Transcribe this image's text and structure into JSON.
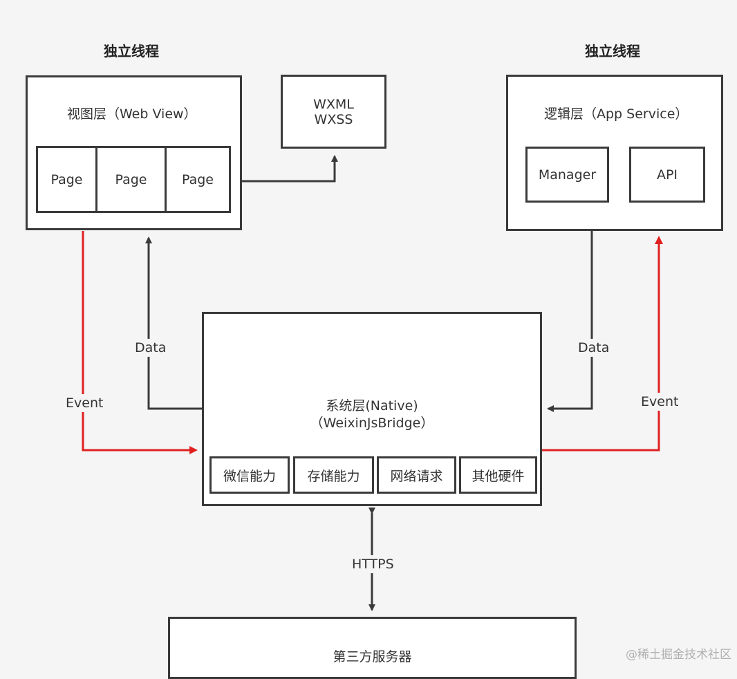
{
  "headings": {
    "left": "独立线程",
    "right": "独立线程"
  },
  "view_layer": {
    "title": "视图层（Web View）",
    "pages": [
      "Page",
      "Page",
      "Page"
    ]
  },
  "wxml_box": {
    "line1": "WXML",
    "line2": "WXSS"
  },
  "logic_layer": {
    "title": "逻辑层（App Service）",
    "manager": "Manager",
    "api": "API"
  },
  "native_layer": {
    "title_line1": "系统层(Native)",
    "title_line2": "（WeixinJsBridge）",
    "modules": [
      "微信能力",
      "存储能力",
      "网络请求",
      "其他硬件"
    ]
  },
  "server": {
    "title": "第三方服务器"
  },
  "edges": {
    "left_event": "Event",
    "left_data": "Data",
    "right_data": "Data",
    "right_event": "Event",
    "https": "HTTPS"
  },
  "colors": {
    "event": "#e02020",
    "line": "#3a3a3a"
  },
  "watermark": "@稀土掘金技术社区"
}
